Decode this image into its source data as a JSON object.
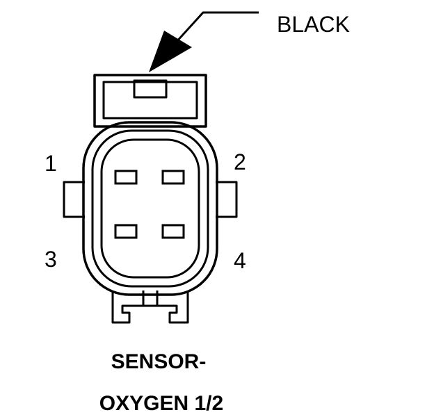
{
  "wire_color_label": "BLACK",
  "pins": {
    "p1": "1",
    "p2": "2",
    "p3": "3",
    "p4": "4"
  },
  "title": {
    "line1": "SENSOR-",
    "line2": "OXYGEN 1/2"
  }
}
